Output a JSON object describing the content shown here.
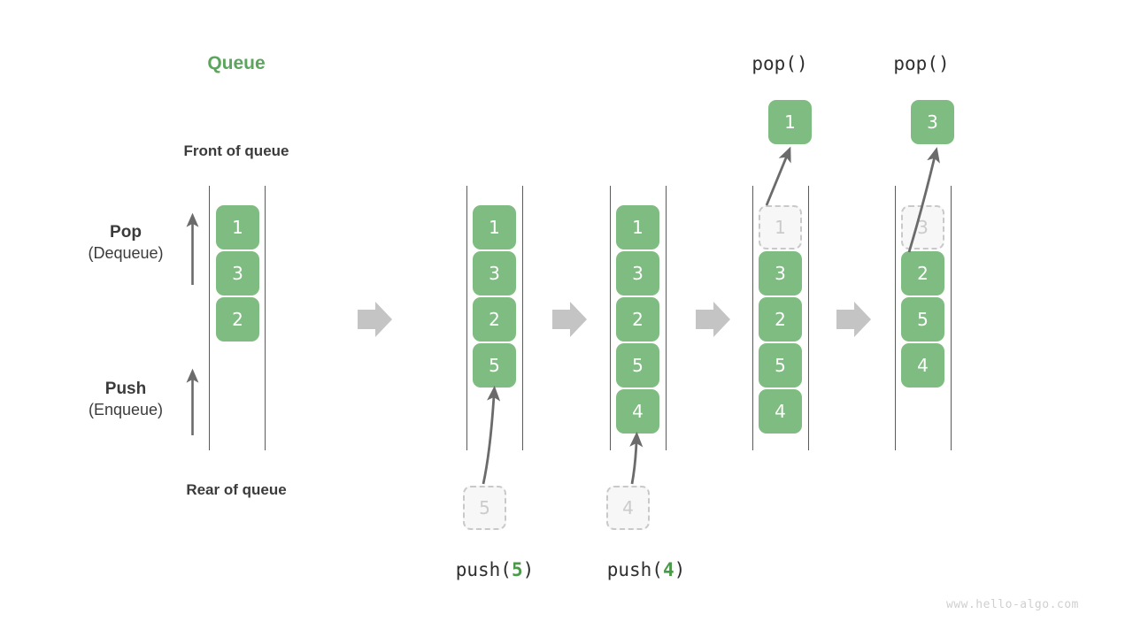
{
  "title": "Queue",
  "labels": {
    "front": "Front of queue",
    "rear": "Rear of queue",
    "pop_main": "Pop",
    "pop_sub": "(Dequeue)",
    "push_main": "Push",
    "push_sub": "(Enqueue)"
  },
  "colors": {
    "accent_green": "#5CA55C",
    "cell_green": "#7FBC81",
    "ghost_fill": "#F7F7F7",
    "ghost_border": "#C9C9C9",
    "ghost_text": "#CBCBCB",
    "rail": "#5A5A5A",
    "arrow_gray": "#6B6B6B",
    "step_arrow": "#C4C4C4",
    "text_dark": "#3B3B3B",
    "watermark": "#CFCFCF"
  },
  "watermark": "www.hello-algo.com",
  "stages": [
    {
      "id": "initial",
      "caption": "",
      "top_label": "",
      "cells": [
        "1",
        "3",
        "2"
      ],
      "ghost_index": -1,
      "incoming": null,
      "popped": null
    },
    {
      "id": "push-5",
      "caption_prefix": "push(",
      "caption_value": "5",
      "caption_suffix": ")",
      "top_label": "",
      "cells": [
        "1",
        "3",
        "2",
        "5"
      ],
      "ghost_index": -1,
      "incoming": "5",
      "popped": null
    },
    {
      "id": "push-4",
      "caption_prefix": "push(",
      "caption_value": "4",
      "caption_suffix": ")",
      "top_label": "",
      "cells": [
        "1",
        "3",
        "2",
        "5",
        "4"
      ],
      "ghost_index": -1,
      "incoming": "4",
      "popped": null
    },
    {
      "id": "pop-1",
      "caption": "",
      "top_label": "pop()",
      "cells": [
        "1",
        "3",
        "2",
        "5",
        "4"
      ],
      "ghost_index": 0,
      "incoming": null,
      "popped": "1"
    },
    {
      "id": "pop-3",
      "caption": "",
      "top_label": "pop()",
      "cells": [
        "3",
        "2",
        "5",
        "4"
      ],
      "ghost_index": 0,
      "incoming": null,
      "popped": "3"
    }
  ],
  "step_arrows": 4
}
